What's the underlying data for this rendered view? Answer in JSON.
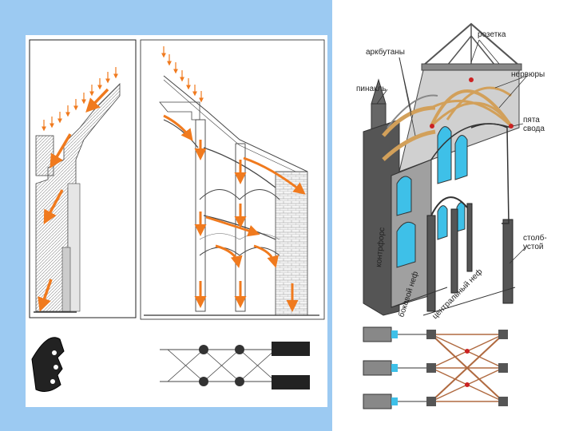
{
  "labels": {
    "rosette": "розетка",
    "flying_buttresses": "аркбутаны",
    "ribs": "нервюры",
    "pinnacle": "пинакль",
    "vault_springer": "пята\nсвода",
    "counterfort": "контрфорс",
    "pillar": "столб-\nустой",
    "side_nave": "боковой неф",
    "central_nave": "центральный неф"
  },
  "colors": {
    "background_band": "#9ccaf2",
    "arrow": "#f07a1e",
    "stone": "#cfcfcf",
    "rib": "#d2a05a",
    "stained_glass": "#3ec0e8",
    "pier": "#555555",
    "brace": "#b06a40",
    "node": "#cc2222"
  }
}
